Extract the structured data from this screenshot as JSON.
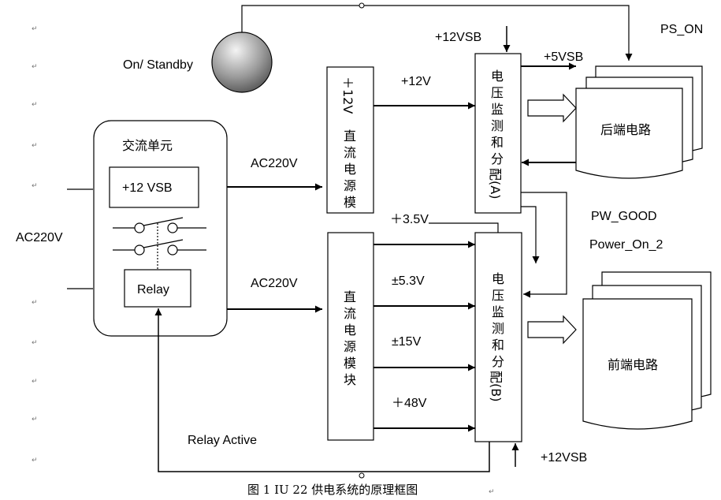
{
  "labels": {
    "ac_input": "AC220V",
    "ac_unit": "交流单元",
    "vsb_box": "+12  VSB",
    "relay_box": "Relay",
    "relay_active": "Relay Active",
    "ac_to_12v": "AC220V",
    "ac_to_dc": "AC220V",
    "on_standby": "On/ Standby",
    "psu12_line1": "＋12V",
    "psu12_chars": [
      "直",
      "流",
      "电",
      "源",
      "模"
    ],
    "dc_module_chars": [
      "直",
      "流",
      "电",
      "源",
      "模",
      "块"
    ],
    "plus12v": "+12V",
    "plus12vsb_top": "+12VSB",
    "plus12vsb_bottom": "+12VSB",
    "plus5vsb": "+5VSB",
    "ps_on": "PS_ON",
    "pw_good": "PW_GOOD",
    "power_on_2": "Power_On_2",
    "monA_chars": [
      "电",
      "压",
      "监",
      "测",
      "和",
      "分",
      "配(A)"
    ],
    "monB_chars": [
      "电",
      "压",
      "监",
      "测",
      "和",
      "分",
      "配(B)"
    ],
    "v35": "＋3.5V",
    "v53": "±5.3V",
    "v15": "±15V",
    "v48": "＋48V",
    "rear_circuit": "后端电路",
    "front_circuit": "前端电路",
    "caption": "图  1 IU 22  供电系统的原理框图",
    "para_mark": "↵"
  }
}
